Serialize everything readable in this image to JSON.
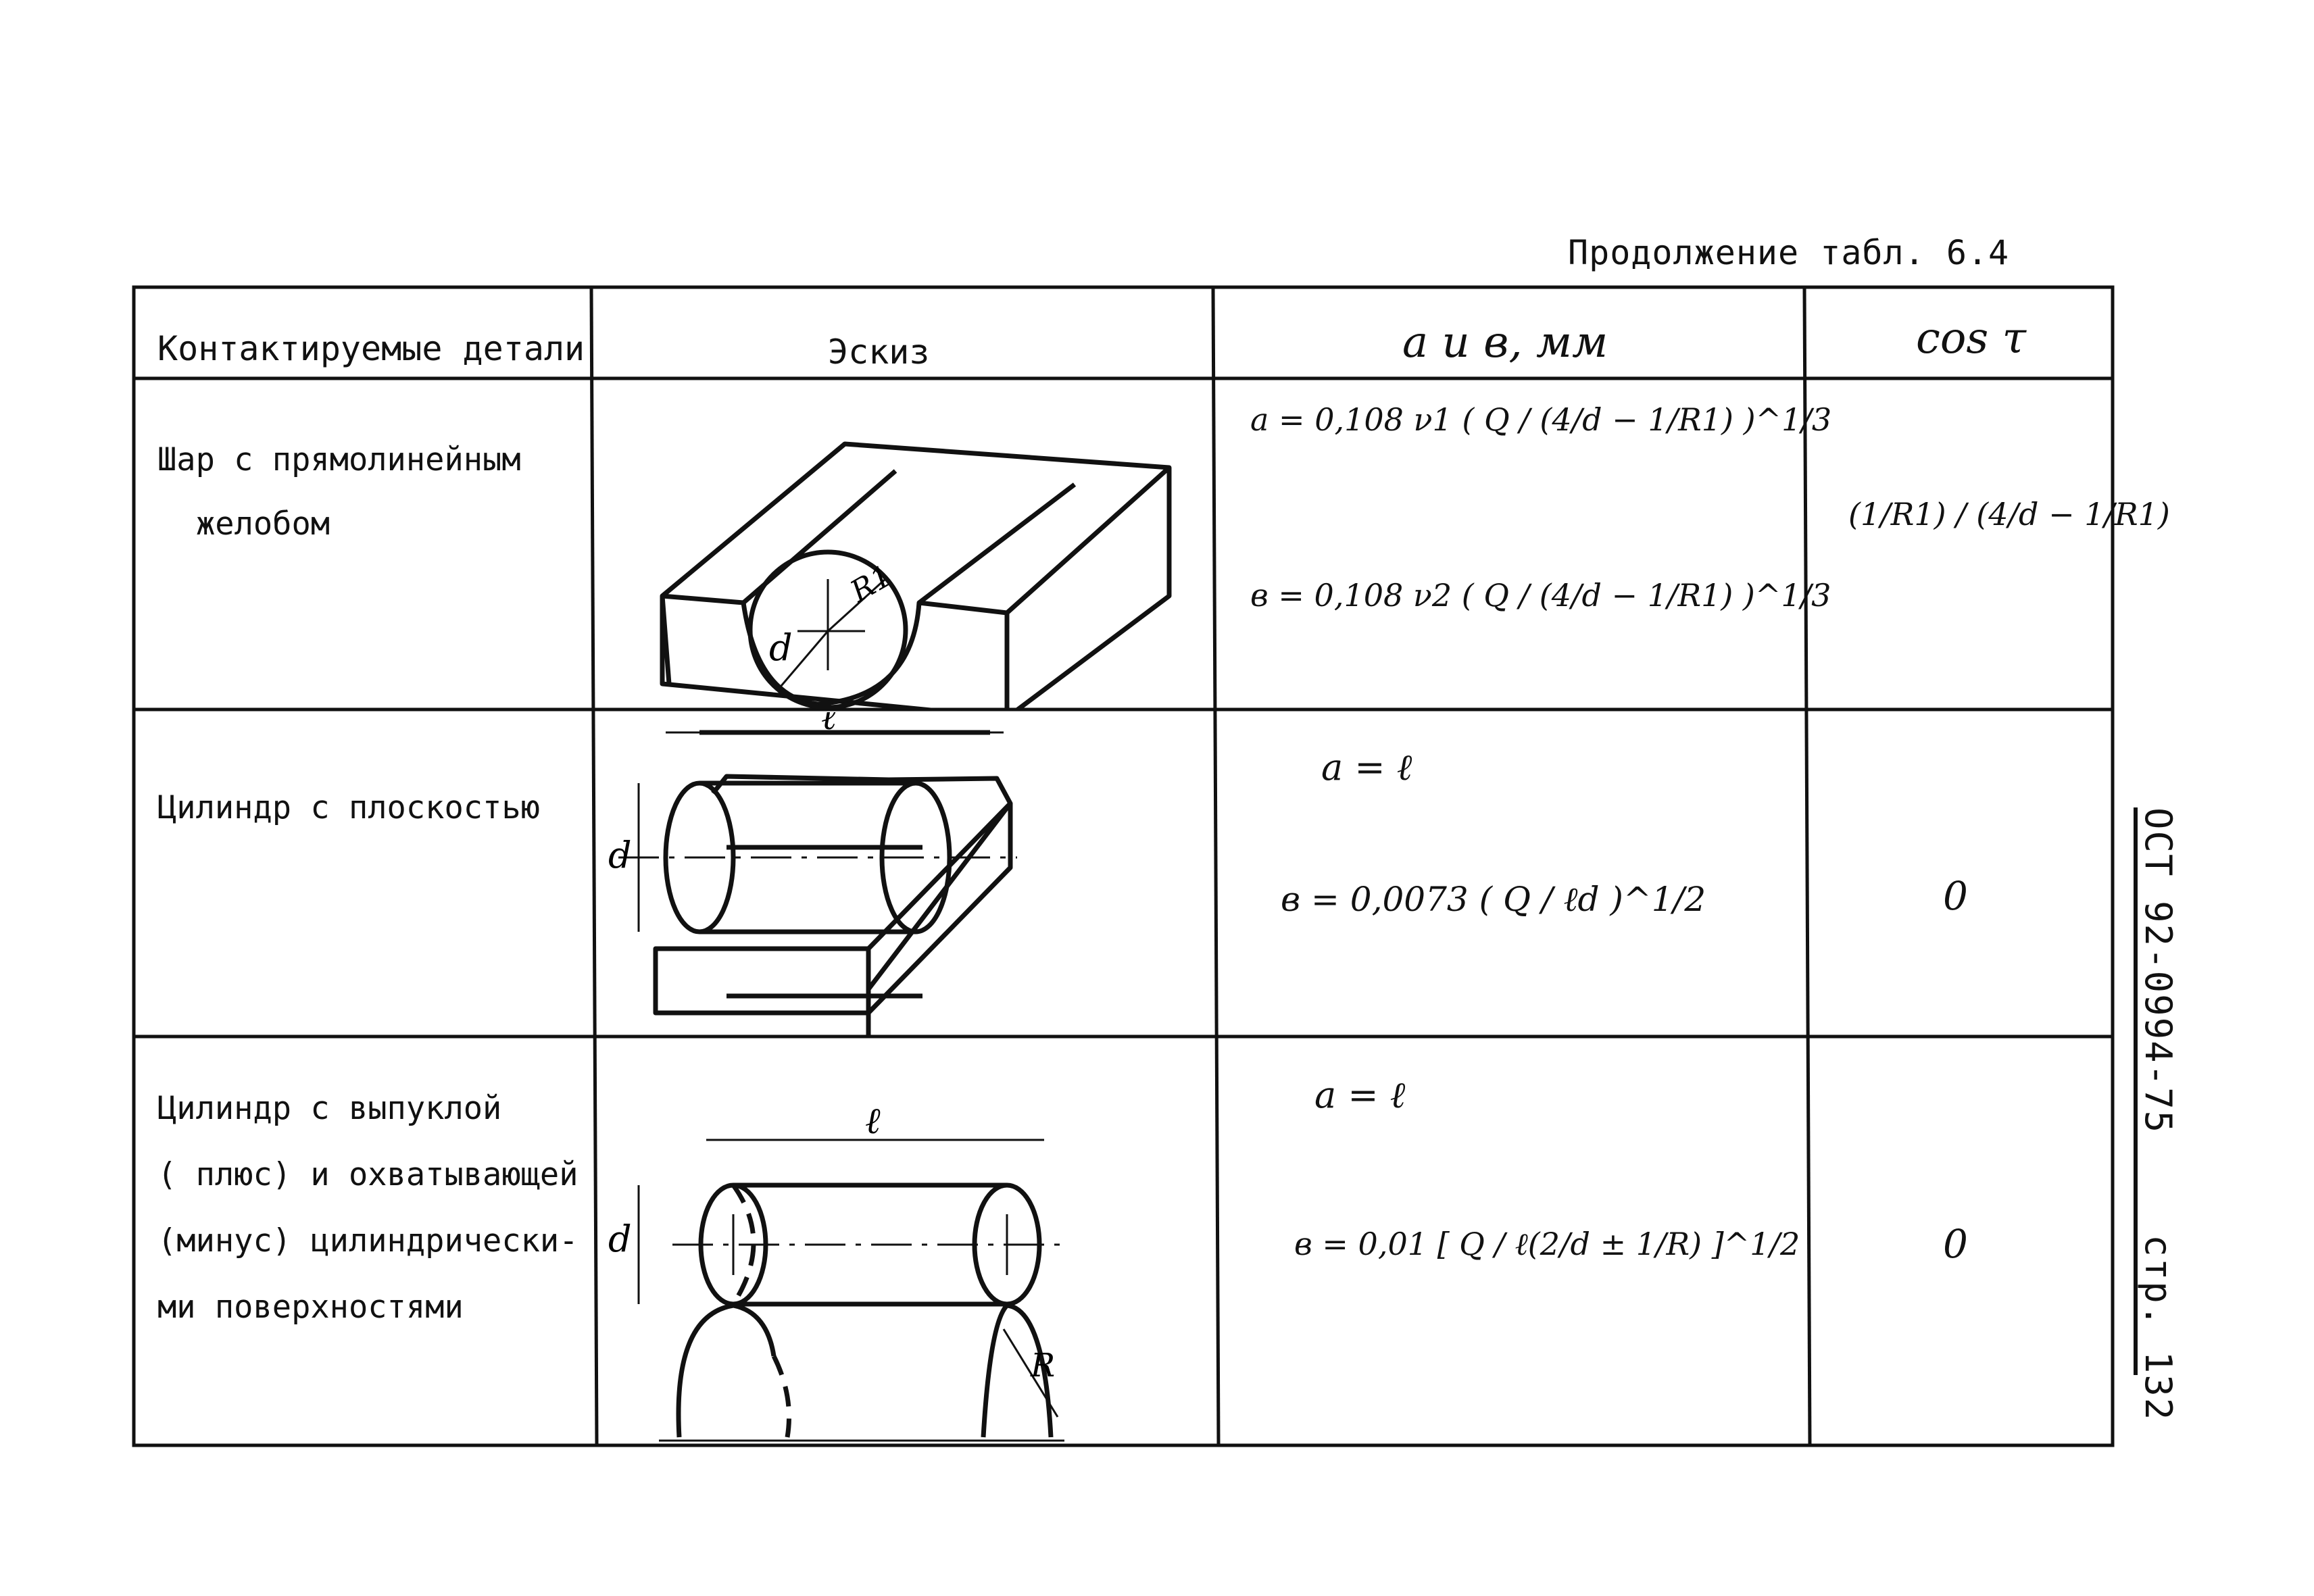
{
  "caption": "Продолжение табл. 6.4",
  "headers": {
    "col1": "Контактируемые детали",
    "col2": "Эскиз",
    "col3": "a и в, мм",
    "col4": "cos τ"
  },
  "rows": [
    {
      "detail_line1": "Шар с прямолинейным",
      "detail_line2": "желобом",
      "sketch_labels": [
        "d",
        "R1"
      ],
      "formula_a": "a = 0,108 ν1 ( Q / (4/d − 1/R1) )^1/3",
      "formula_b": "в = 0,108 ν2 ( Q / (4/d − 1/R1) )^1/3",
      "cos": "(1/R1) / (4/d − 1/R1)"
    },
    {
      "detail_line1": "Цилиндр с плоскостью",
      "sketch_labels": [
        "ℓ",
        "d"
      ],
      "formula_a": "a = ℓ",
      "formula_b": "в = 0,0073 ( Q / ℓd )^1/2",
      "cos": "0"
    },
    {
      "detail_line1": "Цилиндр с выпуклой",
      "detail_line2": "( плюс) и охватывающей",
      "detail_line3": "(минус) цилиндрически-",
      "detail_line4": "ми поверхностями",
      "sketch_labels": [
        "ℓ",
        "d",
        "R"
      ],
      "formula_a": "a = ℓ",
      "formula_b": "в = 0,01 [ Q / ℓ(2/d ± 1/R) ]^1/2",
      "cos": "0"
    }
  ],
  "stamp": {
    "doc": "ОСТ 92-0994-75",
    "page": "стр. 132"
  }
}
